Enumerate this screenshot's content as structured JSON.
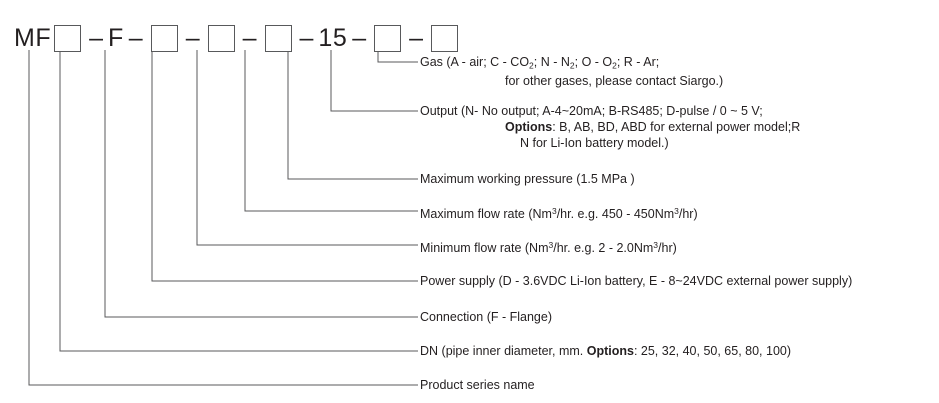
{
  "diagram": {
    "type": "model-number-breakdown",
    "title": "MF series flow meter model number designation",
    "code": {
      "segments": [
        {
          "kind": "text",
          "value": "MF"
        },
        {
          "kind": "box",
          "value": ""
        },
        {
          "kind": "dash",
          "value": "–"
        },
        {
          "kind": "text",
          "value": "F"
        },
        {
          "kind": "dash",
          "value": "–"
        },
        {
          "kind": "box",
          "value": ""
        },
        {
          "kind": "dash",
          "value": "–"
        },
        {
          "kind": "box",
          "value": ""
        },
        {
          "kind": "dash",
          "value": "–"
        },
        {
          "kind": "box",
          "value": ""
        },
        {
          "kind": "dash",
          "value": "–"
        },
        {
          "kind": "text",
          "value": "15"
        },
        {
          "kind": "dash",
          "value": "–"
        },
        {
          "kind": "box",
          "value": ""
        },
        {
          "kind": "dash",
          "value": "–"
        },
        {
          "kind": "box",
          "value": ""
        }
      ]
    },
    "callouts": [
      {
        "id": "gas",
        "name": "Gas",
        "line1_pre": "Gas (A - air; C - CO",
        "line1_sub1": "2",
        "line1_mid1": "; N - N",
        "line1_sub2": "2",
        "line1_mid2": "; O - O",
        "line1_sub3": "2",
        "line1_post": "; R - Ar;",
        "line2": "for other gases, please contact Siargo.)"
      },
      {
        "id": "output",
        "name": "Output",
        "line1": "Output (N- No output; A-4~20mA; B-RS485; D-pulse / 0 ~ 5 V;",
        "line2_bold": "Options",
        "line2_rest": ": B, AB, BD, ABD for external power model;R",
        "line3": "N for Li-Ion battery model.)"
      },
      {
        "id": "max-pressure",
        "name": "Maximum working pressure",
        "line1": "Maximum working pressure (1.5 MPa )"
      },
      {
        "id": "max-flow",
        "name": "Maximum flow rate",
        "pre": "Maximum flow rate (Nm",
        "sup1": "3",
        "mid": "/hr. e.g. 450 - 450Nm",
        "sup2": "3",
        "post": "/hr)"
      },
      {
        "id": "min-flow",
        "name": "Minimum flow rate",
        "pre": "Minimum flow rate (Nm",
        "sup1": "3",
        "mid": "/hr. e.g. 2 - 2.0Nm",
        "sup2": "3",
        "post": "/hr)"
      },
      {
        "id": "power-supply",
        "name": "Power supply",
        "line1": "Power supply (D - 3.6VDC Li-Ion battery, E - 8~24VDC external power supply)"
      },
      {
        "id": "connection",
        "name": "Connection",
        "line1": "Connection (F - Flange)"
      },
      {
        "id": "dn",
        "name": "DN pipe inner diameter",
        "pre": "DN (pipe inner diameter, mm. ",
        "bold": "Options",
        "post": ": 25, 32, 40, 50, 65, 80, 100)"
      },
      {
        "id": "product-series",
        "name": "Product series name",
        "line1": "Product series name"
      }
    ],
    "colors": {
      "line": "#58595b",
      "text": "#231f20",
      "background": "#ffffff"
    }
  }
}
